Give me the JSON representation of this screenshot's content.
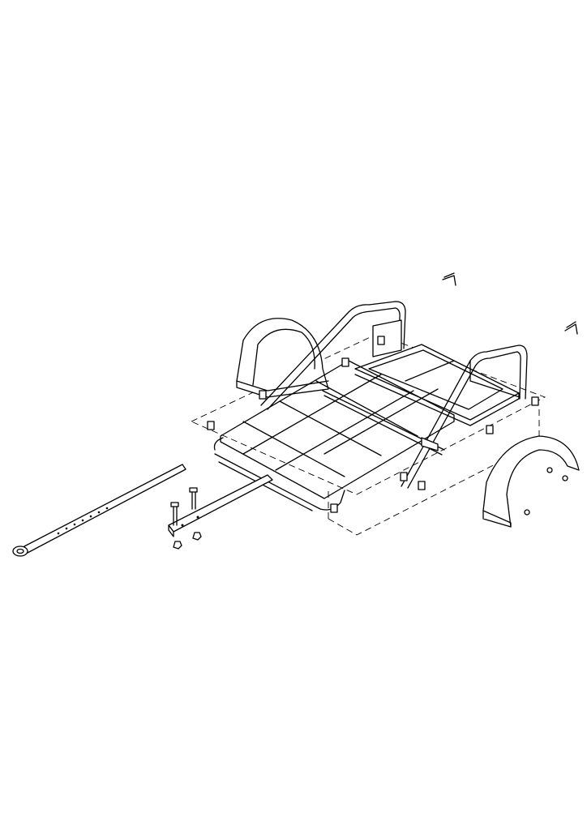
{
  "drawing": {
    "type": "exploded-assembly-view",
    "colors": {
      "line": "#000000",
      "background": "#ffffff"
    },
    "parts": [
      "tow-bar",
      "drawbar-tube",
      "bolt",
      "nut",
      "main-frame",
      "loading-hoop",
      "fender",
      "pin",
      "stop-block",
      "axle"
    ]
  }
}
